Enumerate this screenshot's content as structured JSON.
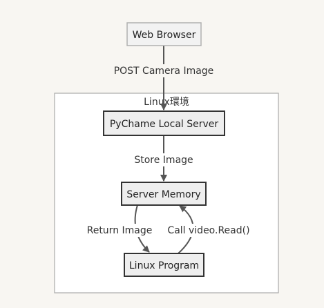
{
  "diagram": {
    "group": {
      "label": "Linux環境"
    },
    "nodes": {
      "web_browser": "Web Browser",
      "local_server": "PyChame Local Server",
      "server_memory": "Server Memory",
      "linux_program": "Linux Program"
    },
    "edges": {
      "post_image": "POST Camera Image",
      "store_image": "Store Image",
      "return_image": "Return Image",
      "call_read": "Call video.Read()"
    }
  },
  "colors": {
    "background": "#f8f6f2",
    "group_fill": "#ffffff",
    "group_stroke": "#aaaaaa",
    "browser_fill": "#f2f2f2",
    "browser_stroke": "#b0b0b0",
    "node_fill": "#eeeeee",
    "node_stroke": "#333333",
    "edge": "#555555"
  }
}
